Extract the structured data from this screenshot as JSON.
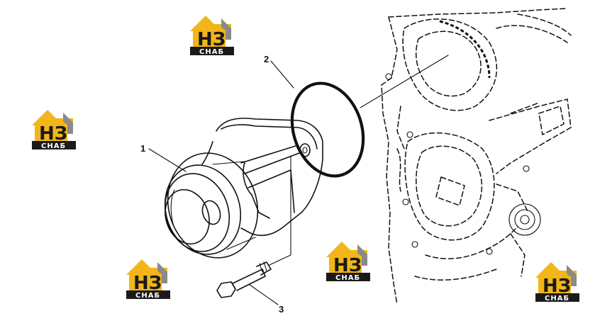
{
  "callouts": [
    {
      "id": "1",
      "label": "1"
    },
    {
      "id": "2",
      "label": "2"
    },
    {
      "id": "3",
      "label": "3"
    }
  ],
  "watermark": {
    "letters": "НЗ",
    "subtitle": "СНАБ",
    "accent_color": "#f2b619",
    "dark_color": "#1a1a1a"
  }
}
